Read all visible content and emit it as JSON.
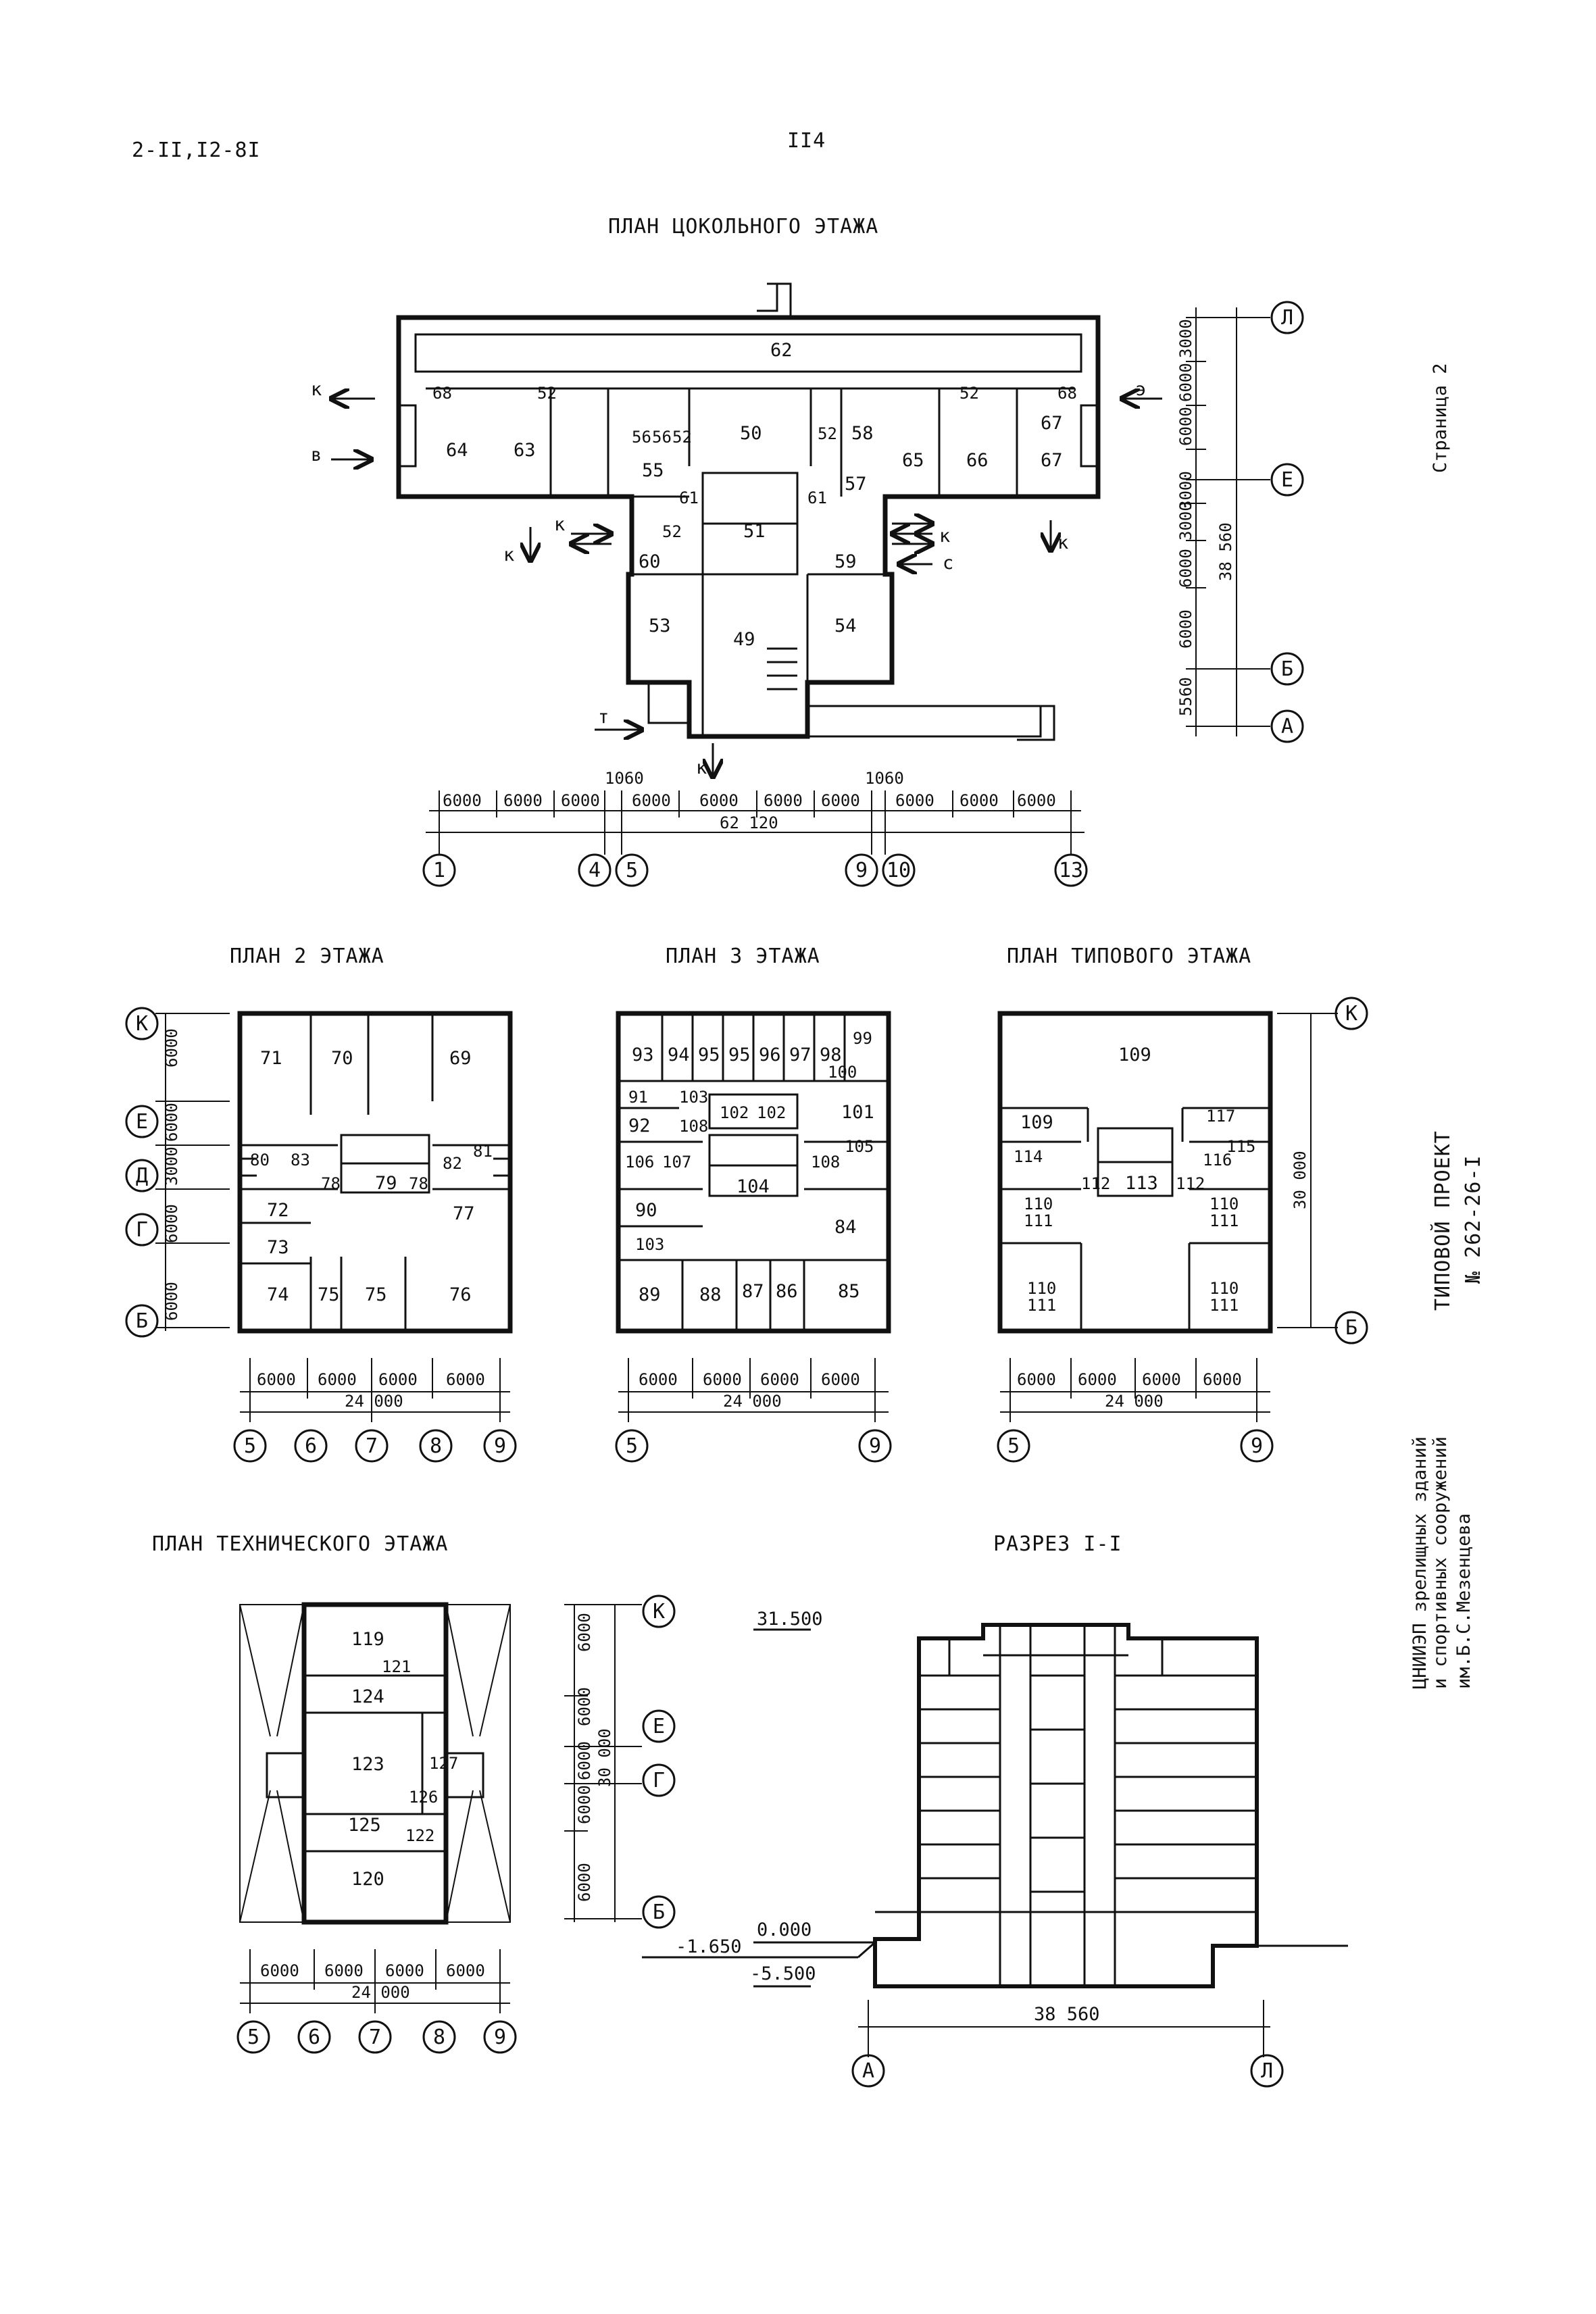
{
  "header": {
    "code": "2-II,I2-8I",
    "page_number": "II4"
  },
  "side": {
    "stranitsa": "Страница 2",
    "project_line1": "ТИПОВОЙ ПРОЕКТ",
    "project_line2": "№ 262-26-I",
    "org1": "ЦНИИЭП зрелищных зданий",
    "org2": "и спортивных сооружений",
    "org3": "им.Б.С.Мезенцева"
  },
  "basement": {
    "title": "ПЛАН ЦОКОЛЬНОГО ЭТАЖА",
    "rooms": {
      "r62": "62",
      "r52a": "52",
      "r52b": "52",
      "r52c": "52",
      "r52d": "52",
      "r52e": "52",
      "r64": "64",
      "r63": "63",
      "r56a": "56",
      "r56b": "56",
      "r55": "55",
      "r50": "50",
      "r58": "58",
      "r65": "65",
      "r66": "66",
      "r67a": "67",
      "r67b": "67",
      "r57": "57",
      "r61a": "61",
      "r61b": "61",
      "r51": "51",
      "r60": "60",
      "r59": "59",
      "r53": "53",
      "r49": "49",
      "r54": "54",
      "r68a": "68",
      "r68b": "68"
    },
    "arrows": {
      "k1": "к",
      "v": "в",
      "k2": "к",
      "k3": "к",
      "k4": "к",
      "k5": "к",
      "e": "э",
      "c": "с",
      "t": "т",
      "k6": "к"
    },
    "dims_bottom": [
      "6000",
      "6000",
      "6000",
      "6000",
      "6000",
      "6000",
      "6000",
      "6000",
      "6000",
      "6000"
    ],
    "dim_1060a": "1060",
    "dim_1060b": "1060",
    "total": "62 120",
    "axes": [
      "1",
      "4",
      "5",
      "9",
      "10",
      "13"
    ],
    "dims_right": [
      "3000",
      "6000",
      "6000",
      "3000",
      "3000",
      "6000",
      "6000",
      "5560"
    ],
    "total_right": "38 560",
    "axes_right": [
      "Л",
      "Е",
      "Б",
      "А"
    ]
  },
  "floor2": {
    "title": "ПЛАН 2 ЭТАЖА",
    "rooms": {
      "r71": "71",
      "r70": "70",
      "r69": "69",
      "r80": "80",
      "r83": "83",
      "r81": "81",
      "r82": "82",
      "r78a": "78",
      "r79": "79",
      "r78b": "78",
      "r72": "72",
      "r77": "77",
      "r73": "73",
      "r74": "74",
      "r75a": "75",
      "r75b": "75",
      "r76": "76"
    },
    "dims_left": [
      "6000",
      "6000",
      "3000",
      "6000",
      "6000"
    ],
    "axes_left": [
      "К",
      "Е",
      "Д",
      "Г",
      "Б"
    ],
    "dims": [
      "6000",
      "6000",
      "6000",
      "6000"
    ],
    "total": "24 000",
    "axes": [
      "5",
      "6",
      "7",
      "8",
      "9"
    ]
  },
  "floor3": {
    "title": "ПЛАН 3 ЭТАЖА",
    "rooms": {
      "r93": "93",
      "r94": "94",
      "r95a": "95",
      "r95b": "95",
      "r96": "96",
      "r97": "97",
      "r98": "98",
      "r99": "99",
      "r100": "100",
      "r91": "91",
      "r103a": "103",
      "r92": "92",
      "r108a": "108",
      "r102a": "102",
      "r102b": "102",
      "r101": "101",
      "r106": "106",
      "r107": "107",
      "r108b": "108",
      "r105": "105",
      "r104": "104",
      "r90": "90",
      "r84": "84",
      "r103b": "103",
      "r89": "89",
      "r88": "88",
      "r87": "87",
      "r86": "86",
      "r85": "85"
    },
    "dims": [
      "6000",
      "6000",
      "6000",
      "6000"
    ],
    "total": "24 000",
    "axes": [
      "5",
      "9"
    ]
  },
  "typical": {
    "title": "ПЛАН ТИПОВОГО ЭТАЖА",
    "rooms": {
      "r109a": "109",
      "r109b": "109",
      "r117": "117",
      "r114": "114",
      "r115": "115",
      "r116": "116",
      "r112a": "112",
      "r113": "113",
      "r112b": "112",
      "r110a": "110",
      "r111a": "111",
      "r110b": "110",
      "r111b": "111",
      "r110c": "110",
      "r111c": "111",
      "r110d": "110",
      "r111d": "111"
    },
    "dim_right": "30 000",
    "axes_right": [
      "К",
      "Б"
    ],
    "dims": [
      "6000",
      "6000",
      "6000",
      "6000"
    ],
    "total": "24 000",
    "axes": [
      "5",
      "9"
    ]
  },
  "technical": {
    "title": "ПЛАН ТЕХНИЧЕСКОГО ЭТАЖА",
    "rooms": {
      "r119": "119",
      "r121": "121",
      "r124": "124",
      "r123": "123",
      "r127": "127",
      "r126": "126",
      "r125": "125",
      "r122": "122",
      "r120": "120"
    },
    "dims": [
      "6000",
      "6000",
      "6000",
      "6000"
    ],
    "total": "24 000",
    "axes": [
      "5",
      "6",
      "7",
      "8",
      "9"
    ]
  },
  "section": {
    "title": "РАЗРЕЗ I-I",
    "dims_left": [
      "6000",
      "6000",
      "6000",
      "6000",
      "6000"
    ],
    "total_left": "30 000",
    "axes_left": [
      "К",
      "Е",
      "Г",
      "Б"
    ],
    "elev_top": "31.500",
    "elev_zero": "0.000",
    "elev_m1": "-1.650",
    "elev_m5": "-5.500",
    "total": "38 560",
    "axes": [
      "А",
      "Л"
    ]
  }
}
